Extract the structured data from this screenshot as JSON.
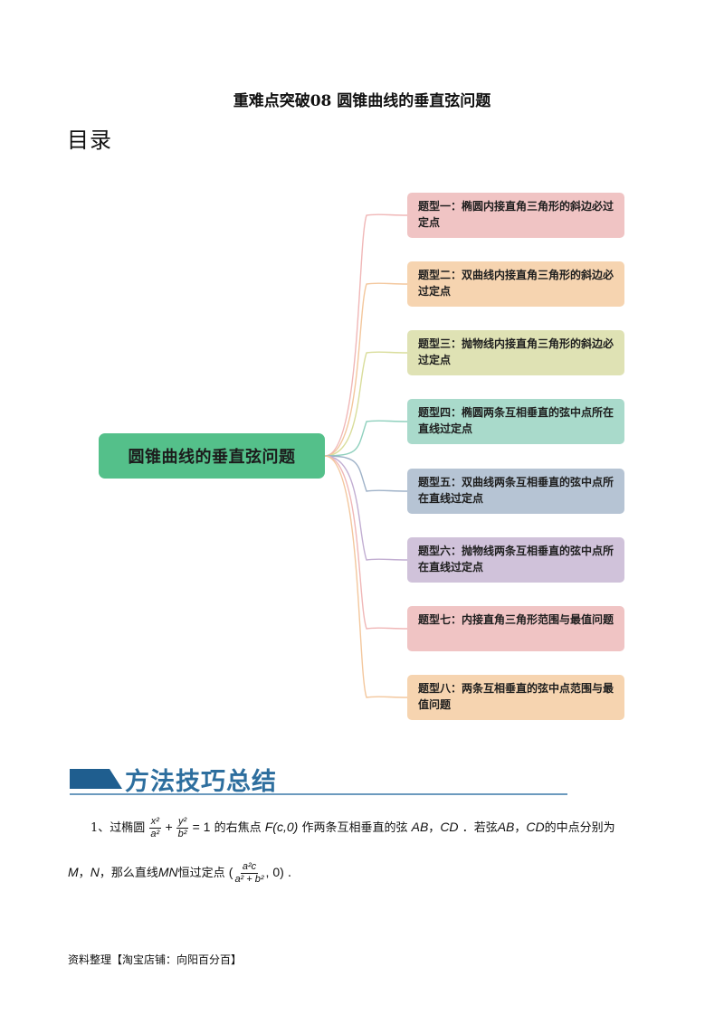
{
  "document": {
    "title": "重难点突破08  圆锥曲线的垂直弦问题",
    "toc_heading": "目录"
  },
  "mindmap": {
    "root_label": "圆锥曲线的垂直弦问题",
    "root_color": "#54c08a",
    "branches": [
      {
        "label": "题型一：椭圆内接直角三角形的斜边必过定点",
        "color": "#f0c4c4",
        "line": "#f0b7b7"
      },
      {
        "label": "题型二：双曲线内接直角三角形的斜边必过定点",
        "color": "#f6d4b0",
        "line": "#f3c79d"
      },
      {
        "label": "题型三：抛物线内接直角三角形的斜边必过定点",
        "color": "#dfe2b4",
        "line": "#d9dd9b"
      },
      {
        "label": "题型四：椭圆两条互相垂直的弦中点所在直线过定点",
        "color": "#a9dacb",
        "line": "#8fd0bd"
      },
      {
        "label": "题型五：双曲线两条互相垂直的弦中点所在直线过定点",
        "color": "#b6c4d4",
        "line": "#9fb2c8"
      },
      {
        "label": "题型六：抛物线两条互相垂直的弦中点所在直线过定点",
        "color": "#d0c2da",
        "line": "#c2aed2"
      },
      {
        "label": "题型七：内接直角三角形范围与最值问题",
        "color": "#f0c4c4",
        "line": "#f0b7b7"
      },
      {
        "label": "题型八：两条互相垂直的弦中点范围与最值问题",
        "color": "#f6d4b0",
        "line": "#f3c79d"
      }
    ]
  },
  "section": {
    "banner_text": "方法技巧总结",
    "banner_color": "#2d6e9e"
  },
  "paragraph1": {
    "prefix": "1、过椭圆",
    "ellipse_x_num": "x²",
    "ellipse_x_den": "a²",
    "plus": "+",
    "ellipse_y_num": "y²",
    "ellipse_y_den": "b²",
    "eq_one": "= 1",
    "focus_text": "的右焦点",
    "focus": "F(c,0)",
    "text2": "作两条互相垂直的弦",
    "ab": "AB",
    "comma1": "，",
    "cd": "CD",
    "text3": "．若弦",
    "ab2": "AB",
    "comma2": "，",
    "cd2": "CD",
    "text4": "的中点分别为",
    "m": "M",
    "comma3": "，",
    "n": "N",
    "text5": "，那么直线",
    "mn": "MN",
    "text6": "恒过定点",
    "point_open": "(",
    "point_num": "a²c",
    "point_den": "a² + b²",
    "point_close": ", 0)",
    "end": "."
  },
  "footer": {
    "text": "资料整理【淘宝店铺：向阳百分百】"
  }
}
